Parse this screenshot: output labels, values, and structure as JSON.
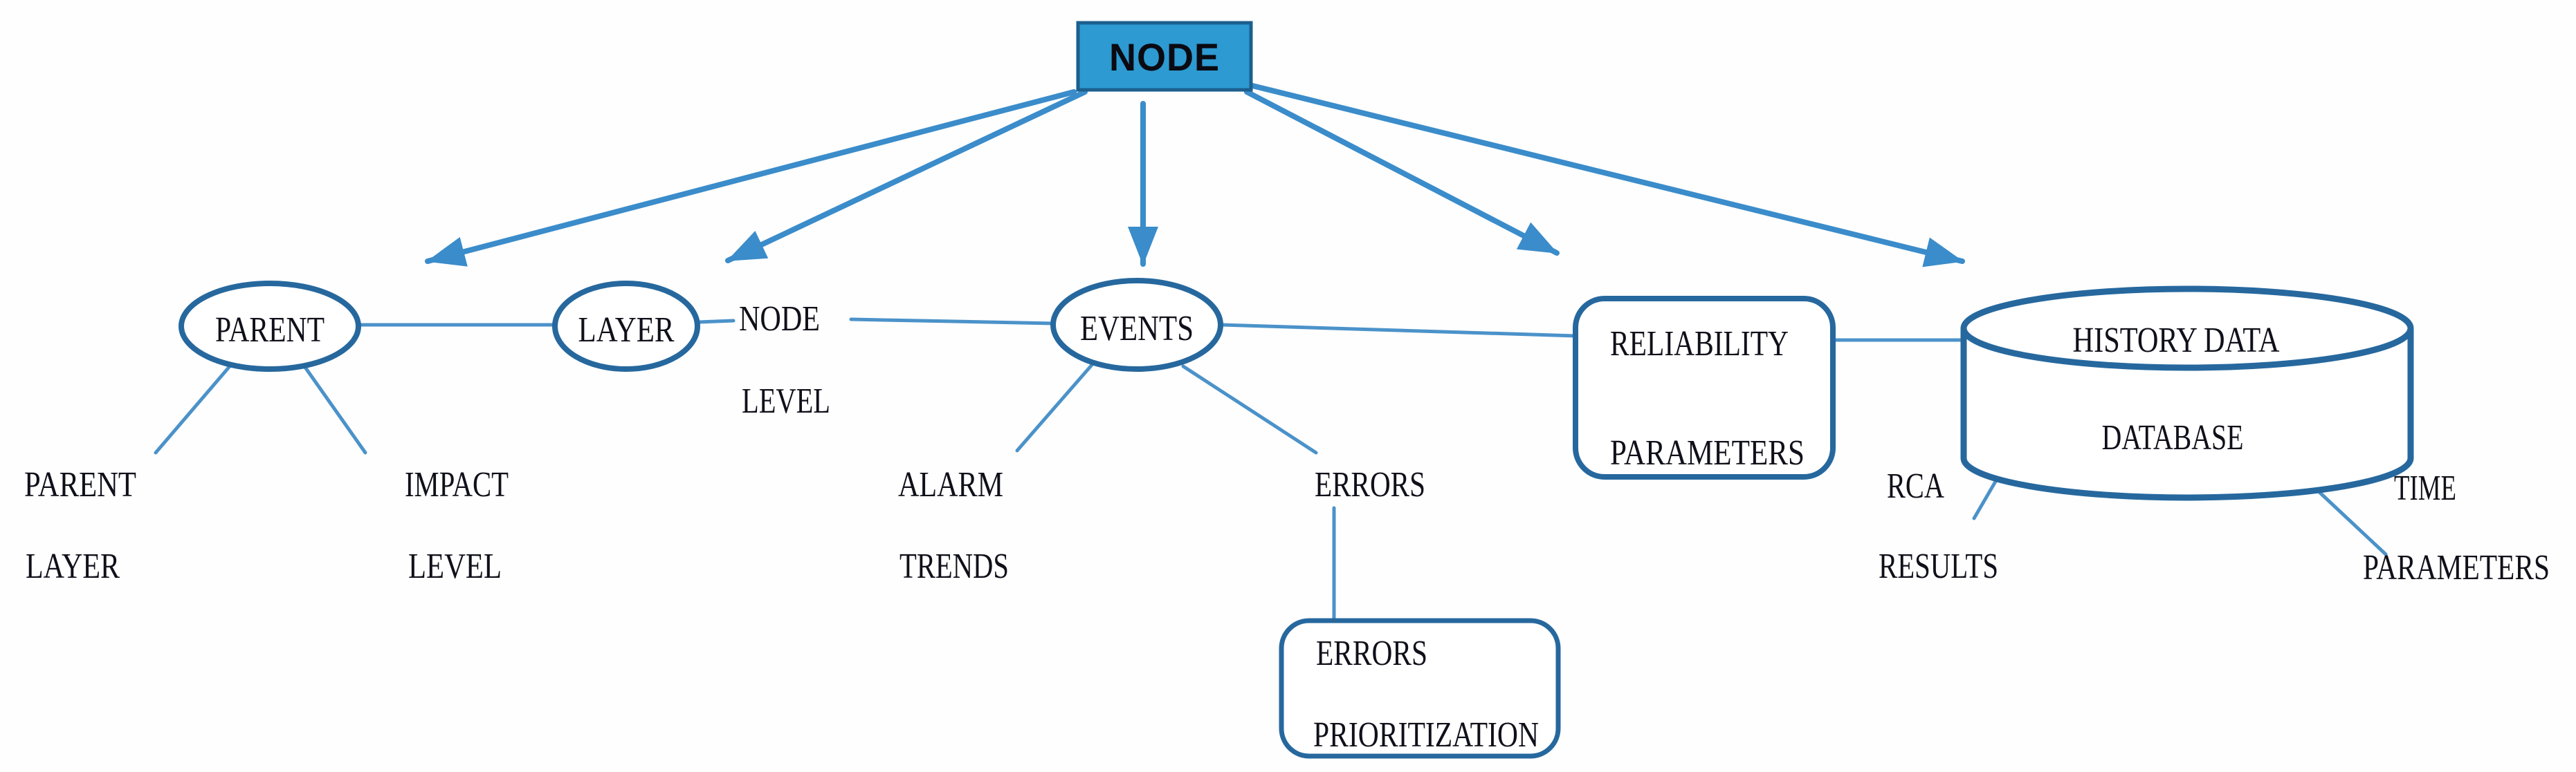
{
  "colors": {
    "node_fill": "#2D9AD2",
    "node_border": "#1B5F8E",
    "shape_stroke": "#26689E",
    "connector": "#4B92C9",
    "arrow": "#3B8CCA",
    "text": "#10101A",
    "background": "#FEFEFE"
  },
  "diagram": {
    "root": {
      "label": "NODE"
    },
    "row": {
      "parent": {
        "label": "PARENT"
      },
      "layer": {
        "label": "LAYER"
      },
      "layer_attr": {
        "line1": "NODE",
        "line2": "LEVEL"
      },
      "events": {
        "label": "EVENTS"
      },
      "reliability": {
        "line1": "RELIABILITY",
        "line2": "PARAMETERS"
      },
      "history_db": {
        "line1": "HISTORY DATA",
        "line2": "DATABASE"
      }
    },
    "leaves": {
      "parent_layer": {
        "line1": "PARENT",
        "line2": "LAYER"
      },
      "impact_level": {
        "line1": "IMPACT",
        "line2": "LEVEL"
      },
      "alarm_trends": {
        "line1": "ALARM",
        "line2": "TRENDS"
      },
      "errors": {
        "label": "ERRORS"
      },
      "errors_prioritization": {
        "line1": "ERRORS",
        "line2": "PRIORITIZATION"
      },
      "rca_results": {
        "line1": "RCA",
        "line2": "RESULTS"
      },
      "time_parameters": {
        "line1": "TIME",
        "line2": "PARAMETERS"
      }
    }
  }
}
